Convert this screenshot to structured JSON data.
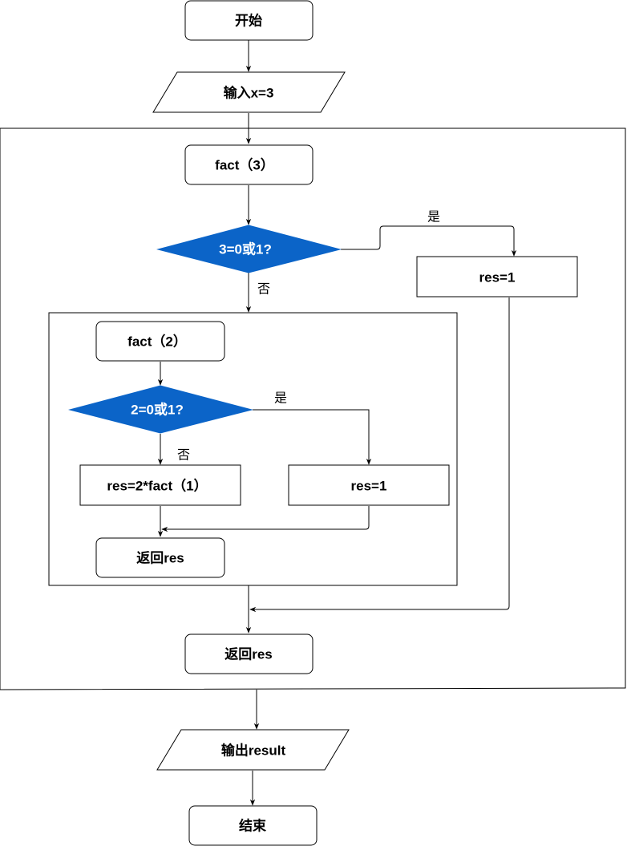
{
  "flowchart": {
    "start": "开始",
    "input": "输入x=3",
    "fact3": "fact（3）",
    "cond3": "3=0或1?",
    "yes_label_1": "是",
    "no_label_1": "否",
    "res1_outer": "res=1",
    "fact2": "fact（2）",
    "cond2": "2=0或1?",
    "yes_label_2": "是",
    "no_label_2": "否",
    "res_calc": "res=2*fact（1）",
    "res1_inner": "res=1",
    "return_inner": "返回res",
    "return_outer": "返回res",
    "output": "输出result",
    "end": "结束"
  },
  "colors": {
    "decision_fill": "#0b64c8",
    "decision_text": "#ffffff",
    "stroke": "#000000"
  }
}
